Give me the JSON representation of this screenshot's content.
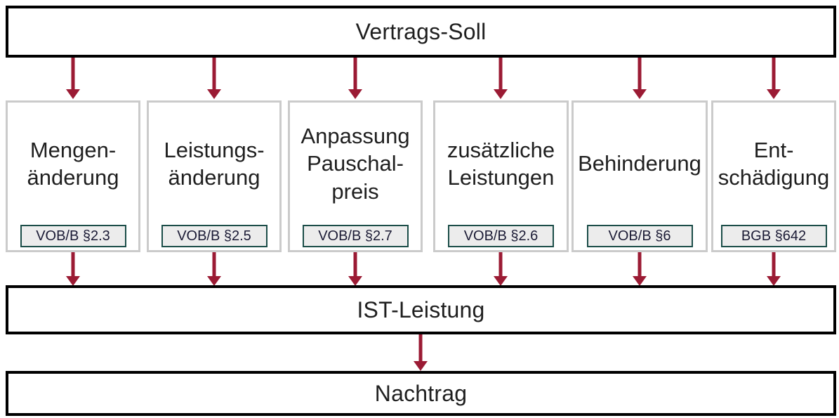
{
  "diagram": {
    "top_bar": {
      "label": "Vertrags-Soll"
    },
    "boxes": [
      {
        "label": "Mengen-\nänderung",
        "badge": "VOB/B §2.3"
      },
      {
        "label": "Leistungs-\nänderung",
        "badge": "VOB/B §2.5"
      },
      {
        "label": "Anpassung\nPauschal-\npreis",
        "badge": "VOB/B §2.7"
      },
      {
        "label": "zusätzliche\nLeistungen",
        "badge": "VOB/B §2.6"
      },
      {
        "label": "Behinderung",
        "badge": "VOB/B §6"
      },
      {
        "label": "Ent-\nschädigung",
        "badge": "BGB §642"
      }
    ],
    "ist_bar": {
      "label": "IST-Leistung"
    },
    "nachtrag_bar": {
      "label": "Nachtrag"
    },
    "colors": {
      "arrow": "#9b1b34",
      "badge_border": "#1b4d48",
      "badge_bg": "#ececec",
      "box_border": "#cbcbcb",
      "bar_border": "#000000",
      "text": "#1f1f1f",
      "badge_text": "#1b1b35"
    }
  }
}
